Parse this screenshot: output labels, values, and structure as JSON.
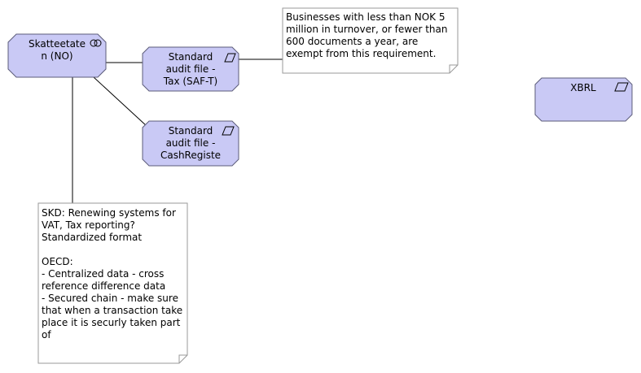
{
  "diagram": {
    "elements": {
      "skatteetaten": {
        "label": "Skatteetate\nn (NO)",
        "icon": "collaboration-icon"
      },
      "saft": {
        "label": "Standard\naudit file -\nTax (SAF-T)",
        "icon": "data-object-icon"
      },
      "cashregister": {
        "label": "Standard\naudit file -\nCashRegiste",
        "icon": "data-object-icon"
      },
      "xbrl": {
        "label": "XBRL",
        "icon": "data-object-icon"
      }
    },
    "notes": {
      "exemption": "Businesses with less than NOK 5\nmillion in turnover, or fewer than\n600 documents a year, are\nexempt from this requirement.",
      "skd": "SKD: Renewing systems for\nVAT, Tax reporting?\nStandardized format\n\nOECD:\n- Centralized data - cross\nreference difference data\n- Secured chain - make sure\nthat when a transaction take\nplace it is securly taken part\nof"
    },
    "colors": {
      "node_fill": "#c9c9f5",
      "node_stroke": "#5c5c7a",
      "note_fill": "#ffffff",
      "note_stroke": "#9a9a9a",
      "line": "#000000"
    }
  }
}
